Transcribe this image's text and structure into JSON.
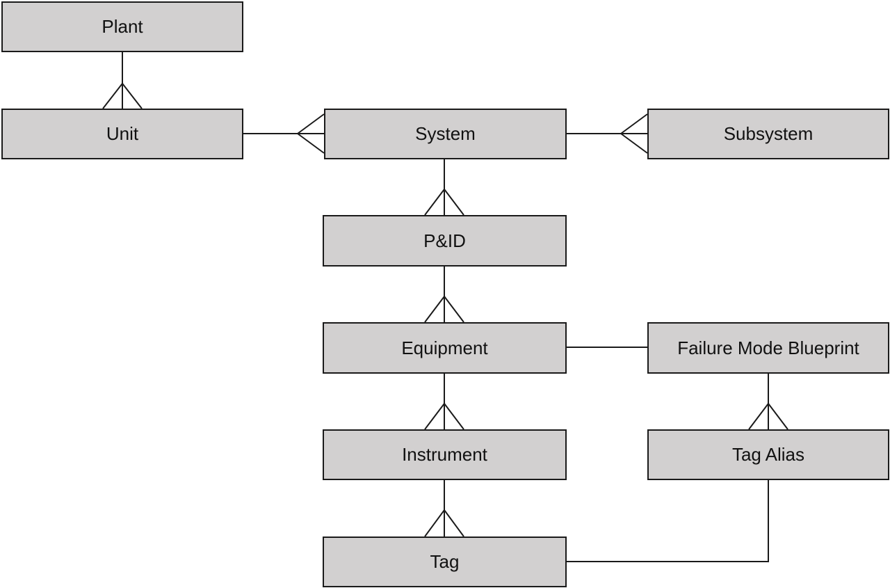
{
  "entities": {
    "plant": "Plant",
    "unit": "Unit",
    "system": "System",
    "subsystem": "Subsystem",
    "pid": "P&ID",
    "equipment": "Equipment",
    "failure_mode_blueprint": "Failure Mode Blueprint",
    "instrument": "Instrument",
    "tag_alias": "Tag Alias",
    "tag": "Tag"
  },
  "relationships": [
    {
      "from": "Plant",
      "to": "Unit",
      "cardinality": "one-to-many"
    },
    {
      "from": "Unit",
      "to": "System",
      "cardinality": "one-to-many"
    },
    {
      "from": "System",
      "to": "Subsystem",
      "cardinality": "one-to-many"
    },
    {
      "from": "System",
      "to": "P&ID",
      "cardinality": "one-to-many"
    },
    {
      "from": "P&ID",
      "to": "Equipment",
      "cardinality": "one-to-many"
    },
    {
      "from": "Equipment",
      "to": "Failure Mode Blueprint",
      "cardinality": "one-to-one"
    },
    {
      "from": "Equipment",
      "to": "Instrument",
      "cardinality": "one-to-many"
    },
    {
      "from": "Failure Mode Blueprint",
      "to": "Tag Alias",
      "cardinality": "one-to-many"
    },
    {
      "from": "Instrument",
      "to": "Tag",
      "cardinality": "one-to-many"
    },
    {
      "from": "Tag Alias",
      "to": "Tag",
      "cardinality": "one-to-one"
    }
  ],
  "colors": {
    "box_fill": "#d2d0d0",
    "line": "#1a1a1a"
  }
}
